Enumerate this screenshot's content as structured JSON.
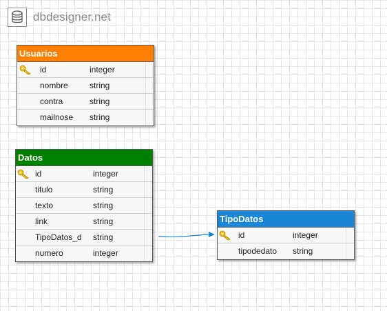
{
  "app": {
    "logo_text": "dbdesigner.net",
    "logo_icon": "database-icon"
  },
  "tables": {
    "usuarios": {
      "name": "Usuarios",
      "header_color": "#ff8000",
      "rows": [
        {
          "name": "id",
          "type": "integer",
          "primary_key": true
        },
        {
          "name": "nombre",
          "type": "string"
        },
        {
          "name": "contra",
          "type": "string"
        },
        {
          "name": "mailnose",
          "type": "string"
        }
      ]
    },
    "datos": {
      "name": "Datos",
      "header_color": "#008000",
      "rows": [
        {
          "name": "id",
          "type": "integer",
          "primary_key": true
        },
        {
          "name": "titulo",
          "type": "string"
        },
        {
          "name": "texto",
          "type": "string"
        },
        {
          "name": "link",
          "type": "string"
        },
        {
          "name": "TipoDatos_d",
          "type": "string"
        },
        {
          "name": "numero",
          "type": "integer"
        }
      ]
    },
    "tipodatos": {
      "name": "TipoDatos",
      "header_color": "#1a86d8",
      "rows": [
        {
          "name": "id",
          "type": "integer",
          "primary_key": true
        },
        {
          "name": "tipodedato",
          "type": "string"
        }
      ]
    }
  },
  "relation": {
    "from": "Datos.TipoDatos_d",
    "to": "TipoDatos.id",
    "color": "#1a86d8"
  },
  "icons": {
    "primary_key": "key-icon",
    "arrow": "arrow-head-icon"
  }
}
